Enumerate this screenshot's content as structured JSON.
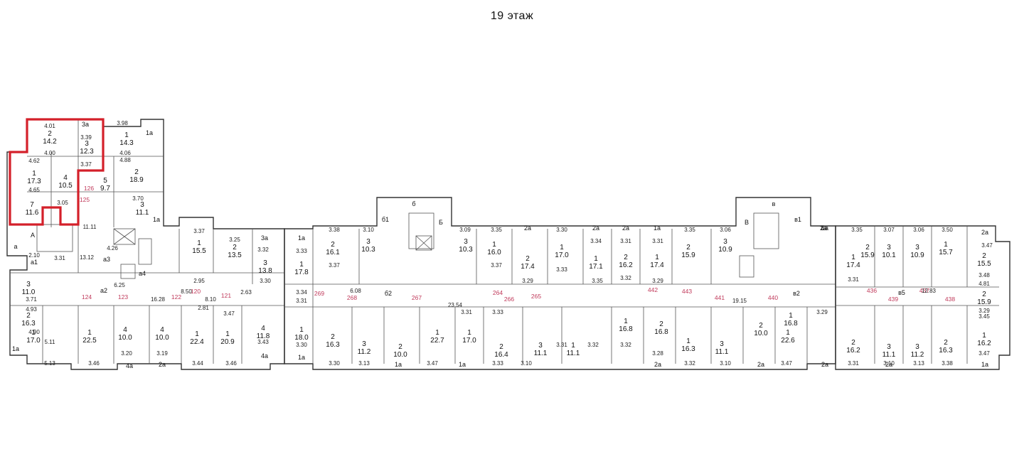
{
  "floor_title": "19  этаж",
  "highlight_color": "#d4202a",
  "apartment_number_color": "#c0395a",
  "left_wing": {
    "rooms": [
      {
        "num": "2",
        "area": "14.2"
      },
      {
        "num": "3",
        "area": "12.3"
      },
      {
        "num": "1",
        "area": "14.3"
      },
      {
        "num": "1",
        "area": "17.3"
      },
      {
        "num": "4",
        "area": "10.5"
      },
      {
        "num": "2",
        "area": "18.9"
      },
      {
        "num": "7",
        "area": "11.6"
      },
      {
        "num": "5",
        "area": "9.7"
      },
      {
        "num": "3",
        "area": "11.1"
      },
      {
        "num": "3",
        "area": "11.0"
      },
      {
        "num": "2",
        "area": "16.3"
      },
      {
        "num": "1",
        "area": "17.0"
      },
      {
        "num": "1",
        "area": "22.5"
      },
      {
        "num": "4",
        "area": "10.0"
      },
      {
        "num": "4",
        "area": "10.0"
      },
      {
        "num": "1",
        "area": "22.4"
      },
      {
        "num": "1",
        "area": "20.9"
      },
      {
        "num": "4",
        "area": "11.8"
      },
      {
        "num": "1",
        "area": "15.5"
      },
      {
        "num": "2",
        "area": "13.5"
      },
      {
        "num": "3",
        "area": "13.8"
      }
    ],
    "labels": [
      "3а",
      "1а",
      "А",
      "а",
      "а1",
      "а2",
      "а3",
      "а4",
      "1а",
      "4а",
      "2а",
      "4а",
      "3а",
      "1а"
    ],
    "apartments": [
      "126",
      "125",
      "124",
      "123",
      "122",
      "120",
      "121"
    ],
    "dims": [
      "4.01",
      "3.39",
      "3.98",
      "4.00",
      "3.37",
      "4.06",
      "4.62",
      "4.88",
      "4.65",
      "3.05",
      "3.70",
      "2.10",
      "3.31",
      "3.71",
      "4.93",
      "4.90",
      "5.11",
      "5.13",
      "3.46",
      "3.20",
      "3.19",
      "3.44",
      "3.46",
      "16.28",
      "8.50",
      "8.10",
      "6.25",
      "11.11",
      "13.12",
      "4.26",
      "3.37",
      "3.25",
      "3.32",
      "3.30",
      "3.43",
      "2.81",
      "3.47",
      "2.63",
      "2.95"
    ]
  },
  "middle": {
    "rooms": [
      {
        "num": "1",
        "area": "17.8"
      },
      {
        "num": "1",
        "area": "18.0"
      },
      {
        "num": "2",
        "area": "16.1"
      },
      {
        "num": "3",
        "area": "10.3"
      },
      {
        "num": "3",
        "area": "10.3"
      },
      {
        "num": "1",
        "area": "16.0"
      },
      {
        "num": "2",
        "area": "17.4"
      },
      {
        "num": "1",
        "area": "17.0"
      },
      {
        "num": "1",
        "area": "17.1"
      },
      {
        "num": "2",
        "area": "16.2"
      },
      {
        "num": "1",
        "area": "17.4"
      },
      {
        "num": "2",
        "area": "15.9"
      },
      {
        "num": "3",
        "area": "10.9"
      },
      {
        "num": "2",
        "area": "16.3"
      },
      {
        "num": "3",
        "area": "11.2"
      },
      {
        "num": "2",
        "area": "10.0"
      },
      {
        "num": "1",
        "area": "22.7"
      },
      {
        "num": "1",
        "area": "17.0"
      },
      {
        "num": "2",
        "area": "16.4"
      },
      {
        "num": "3",
        "area": "11.1"
      },
      {
        "num": "1",
        "area": "11.1"
      },
      {
        "num": "1",
        "area": "16.8"
      },
      {
        "num": "2",
        "area": "16.8"
      },
      {
        "num": "1",
        "area": "16.3"
      },
      {
        "num": "3",
        "area": "11.1"
      },
      {
        "num": "2",
        "area": "10.0"
      },
      {
        "num": "1",
        "area": "22.6"
      },
      {
        "num": "1",
        "area": "16.8"
      }
    ],
    "labels": [
      "1а",
      "1а",
      "б",
      "б1",
      "б2",
      "Б",
      "2а",
      "2а",
      "2а",
      "1а",
      "2а",
      "1а",
      "2а",
      "в",
      "в1",
      "в2",
      "В",
      "1а",
      "2а",
      "2а",
      "1а"
    ],
    "apartments": [
      "269",
      "268",
      "267",
      "264",
      "266",
      "265",
      "442",
      "443",
      "441",
      "440"
    ],
    "dims": [
      "3.33",
      "3.34",
      "3.31",
      "3.30",
      "3.38",
      "3.10",
      "3.09",
      "3.35",
      "3.30",
      "3.34",
      "3.31",
      "3.31",
      "3.35",
      "3.06",
      "23.54",
      "19.15",
      "6.08",
      "3.37",
      "3.37",
      "3.29",
      "3.33",
      "3.35",
      "3.32",
      "3.29",
      "3.31",
      "3.33",
      "3.30",
      "3.13",
      "3.47",
      "3.33",
      "3.10",
      "3.31",
      "3.32",
      "3.32",
      "3.28",
      "3.32",
      "3.10",
      "3.47",
      "3.29"
    ]
  },
  "right_wing": {
    "rooms": [
      {
        "num": "1",
        "area": "17.4"
      },
      {
        "num": "2",
        "area": "15.9"
      },
      {
        "num": "3",
        "area": "10.1"
      },
      {
        "num": "3",
        "area": "10.9"
      },
      {
        "num": "1",
        "area": "15.7"
      },
      {
        "num": "2",
        "area": "15.5"
      },
      {
        "num": "2",
        "area": "15.9"
      },
      {
        "num": "2",
        "area": "16.2"
      },
      {
        "num": "3",
        "area": "11.1"
      },
      {
        "num": "3",
        "area": "11.2"
      },
      {
        "num": "2",
        "area": "16.3"
      },
      {
        "num": "1",
        "area": "16.2"
      }
    ],
    "labels": [
      "1а",
      "2а",
      "в5",
      "2а",
      "1а"
    ],
    "apartments": [
      "436",
      "437",
      "439",
      "438"
    ],
    "dims": [
      "3.31",
      "3.35",
      "3.07",
      "3.06",
      "3.50",
      "3.47",
      "3.48",
      "4.81",
      "12.83",
      "3.29",
      "3.31",
      "3.10",
      "3.13",
      "3.38",
      "3.47",
      "3.45"
    ]
  }
}
